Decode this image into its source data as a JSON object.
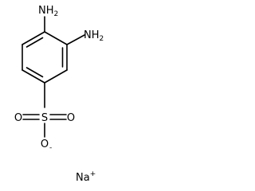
{
  "molecule": {
    "amine_top": {
      "element": "N",
      "h": "H",
      "h_count": "2"
    },
    "amine_right": {
      "element": "N",
      "h": "H",
      "h_count": "2"
    },
    "sulfur": "S",
    "oxygen_left": "O",
    "oxygen_right": "O",
    "oxygen_bottom": "O",
    "oxygen_bottom_charge": "-",
    "counter_ion": {
      "symbol": "Na",
      "charge": "+"
    }
  }
}
